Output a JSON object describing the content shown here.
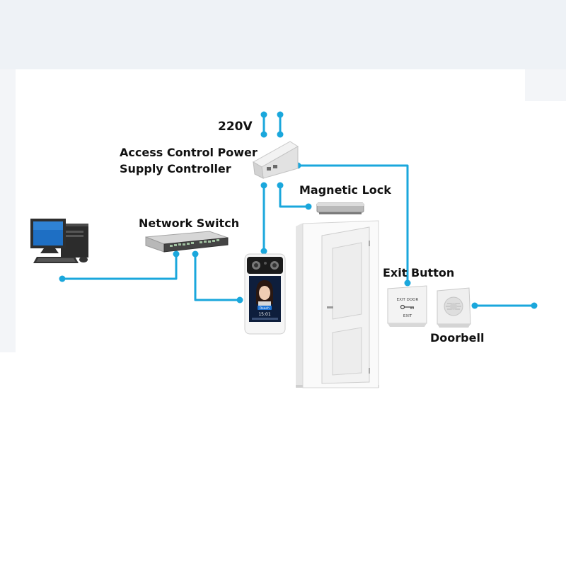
{
  "labels": {
    "voltage": "220V",
    "power_controller_line1": "Access Control Power",
    "power_controller_line2": "Supply Controller",
    "magnetic_lock": "Magnetic Lock",
    "network_switch": "Network Switch",
    "exit_button": "Exit Button",
    "doorbell": "Doorbell"
  },
  "device_screen": {
    "time": "15:01",
    "button": "Reach"
  },
  "exit_plate": {
    "top_text": "EXIT DOOR",
    "bottom_text": "EXIT"
  },
  "colors": {
    "wire": "#1aa7dc",
    "background_top": "#eef2f6",
    "door": "#f4f4f4",
    "terminal_dark": "#173a66"
  }
}
